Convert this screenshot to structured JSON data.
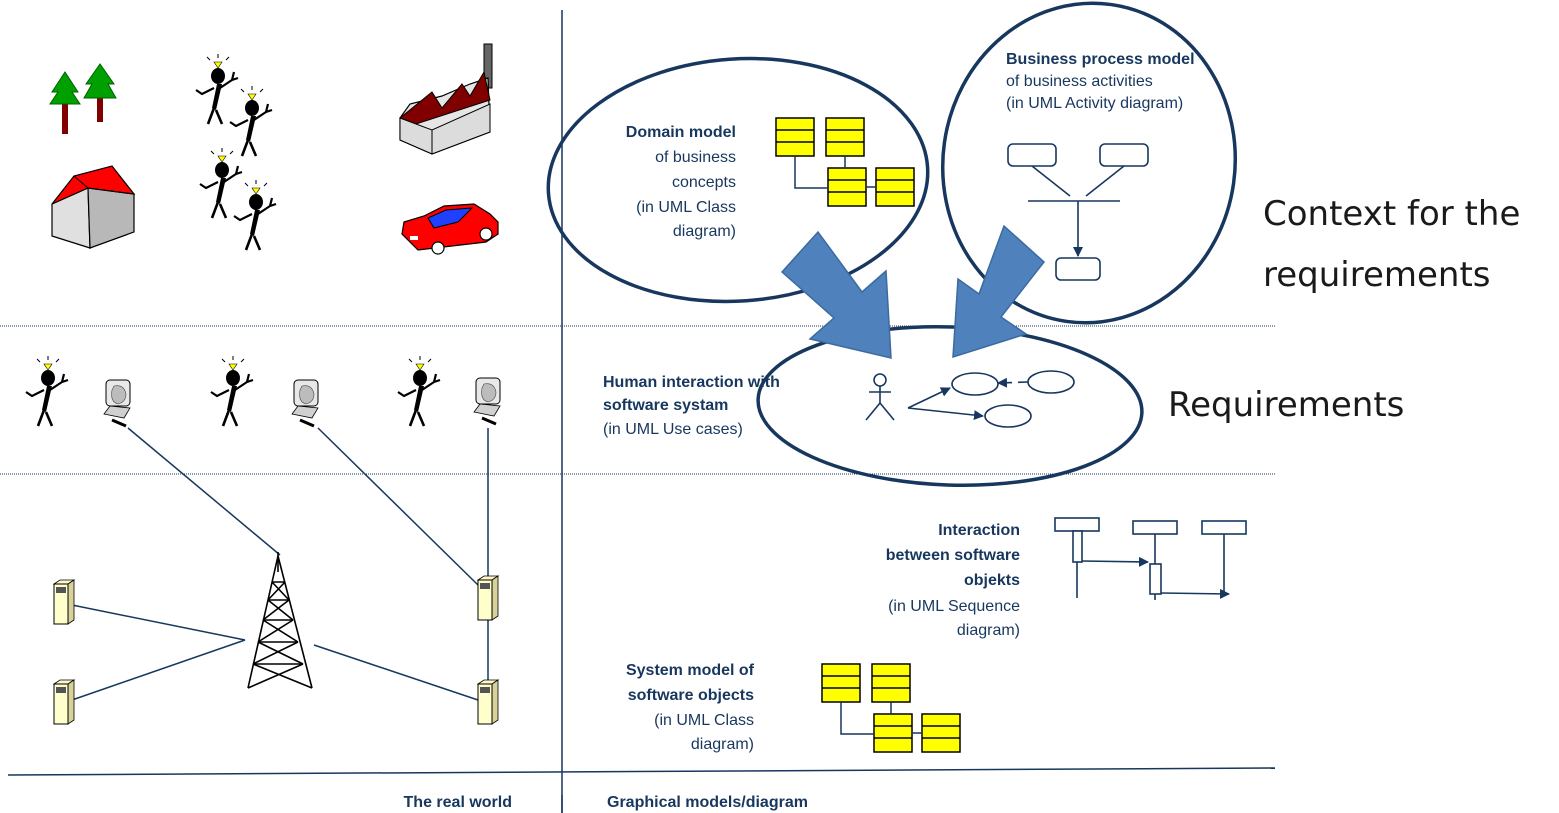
{
  "domain_model": {
    "title": "Domain model",
    "lines": [
      "of business",
      "concepts",
      "(in UML Class",
      "diagram)"
    ]
  },
  "business_process_model": {
    "title": "Business process model",
    "lines": [
      "of business activities",
      "(in UML Activity diagram)"
    ]
  },
  "human_interaction": {
    "title_lines": [
      "Human interaction with",
      "software systam"
    ],
    "subtitle": "(in UML Use cases)"
  },
  "interaction_objects": {
    "title_lines": [
      "Interaction",
      "between software",
      "objekts"
    ],
    "lines": [
      "(in UML Sequence",
      "diagram)"
    ]
  },
  "system_model": {
    "title_lines": [
      "System model of",
      "software objects"
    ],
    "lines": [
      "(in UML Class",
      "diagram)"
    ]
  },
  "side_labels": {
    "context": [
      "Context for the",
      "requirements"
    ],
    "requirements": "Requirements"
  },
  "footer": {
    "real_world": "The real world",
    "graphical_models": "Graphical models/diagram"
  },
  "colors": {
    "navy": "#17375e",
    "arrow_blue": "#4f81bd",
    "class_yellow": "#ffff00",
    "server_cream": "#ffffcc",
    "tree_green": "#00a000",
    "roof_red": "#ff0000",
    "factory_maroon": "#800000"
  }
}
